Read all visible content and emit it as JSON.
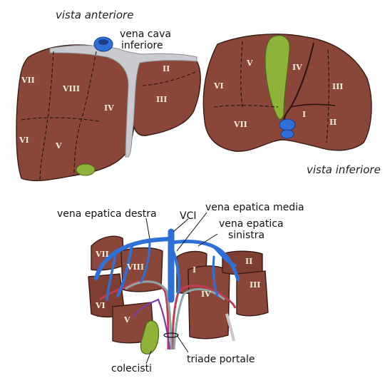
{
  "top_left": {
    "caption": "vista anteriore",
    "vessel_label": "vena cava\ninferiore",
    "segments": [
      "VII",
      "VIII",
      "IV",
      "II",
      "III",
      "VI",
      "V"
    ]
  },
  "top_right": {
    "caption": "vista inferiore",
    "segments": [
      "V",
      "IV",
      "VI",
      "III",
      "I",
      "VII",
      "II"
    ]
  },
  "bottom": {
    "labels": {
      "right_hepatic": "vena epatica destra",
      "ivc": "VCI",
      "middle_hepatic": "vena epatica media",
      "left_hepatic": "vena epatica\nsinistra",
      "gallbladder": "colecisti",
      "portal_triad": "triade portale"
    },
    "segments": [
      "VII",
      "VIII",
      "II",
      "I",
      "III",
      "IV",
      "VI",
      "V"
    ]
  },
  "colors": {
    "liver": "#8a4639",
    "vein": "#2f6fd8",
    "gallbladder": "#8fb33a",
    "ligament": "#c9cbd0"
  }
}
